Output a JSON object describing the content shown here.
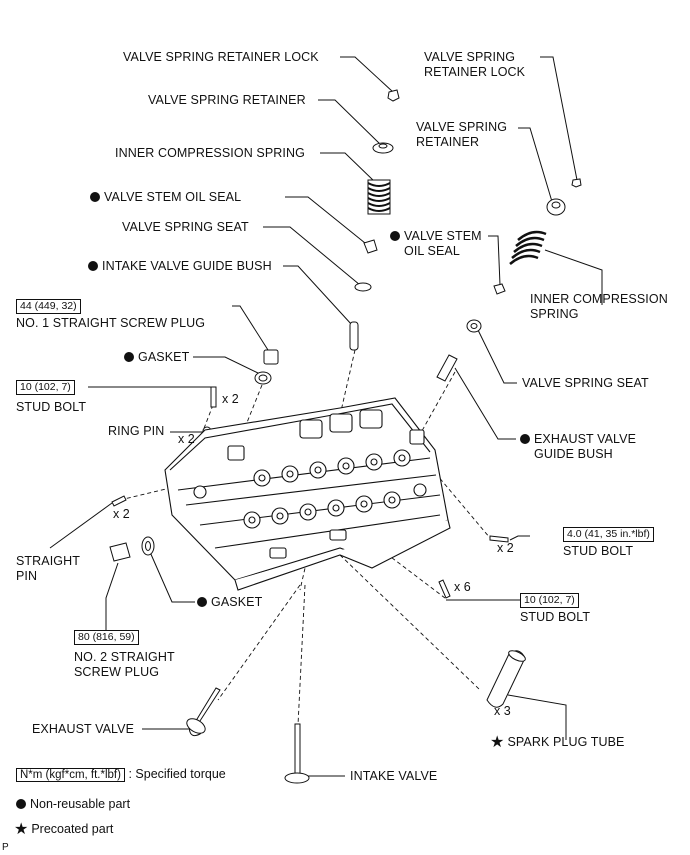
{
  "labels": {
    "vsrl_left": "VALVE SPRING RETAINER LOCK",
    "vsrl_right": [
      "VALVE SPRING",
      "RETAINER LOCK"
    ],
    "vsr_left": "VALVE SPRING RETAINER",
    "vsr_right": [
      "VALVE SPRING",
      "RETAINER"
    ],
    "ics_left": "INNER COMPRESSION SPRING",
    "ics_right": [
      "INNER COMPRESSION",
      "SPRING"
    ],
    "vsos_left": "VALVE STEM OIL SEAL",
    "vsos_right": [
      "VALVE STEM",
      "OIL SEAL"
    ],
    "vss_left": "VALVE SPRING SEAT",
    "vss_right": "VALVE SPRING SEAT",
    "ivgb": "INTAKE VALVE GUIDE BUSH",
    "plug1": "NO. 1 STRAIGHT SCREW PLUG",
    "gasket_top": "GASKET",
    "stud_left": "STUD BOLT",
    "ring_pin": "RING PIN",
    "evgb": [
      "EXHAUST VALVE",
      "GUIDE BUSH"
    ],
    "straight_pin": [
      "STRAIGHT",
      "PIN"
    ],
    "gasket_bottom": "GASKET",
    "plug2": [
      "NO. 2 STRAIGHT",
      "SCREW PLUG"
    ],
    "stud_right1": "STUD BOLT",
    "stud_right2": "STUD BOLT",
    "exhaust_valve": "EXHAUST VALVE",
    "intake_valve": "INTAKE VALVE",
    "spark_plug_tube": "SPARK PLUG TUBE"
  },
  "torques": {
    "plug1": "44 (449, 32)",
    "stud_left": "10 (102, 7)",
    "plug2": "80 (816, 59)",
    "stud_right1": "4.0 (41, 35 in.*lbf)",
    "stud_right2": "10 (102, 7)"
  },
  "quantities": {
    "stud_left": "x 2",
    "ring_pin": "x 2",
    "straight_pin": "x 2",
    "stud_right1": "x 2",
    "stud_right2": "x 6",
    "spark_plug_tube": "x 3"
  },
  "legend": {
    "torque_box": "N*m (kgf*cm, ft.*lbf)",
    "torque_text": ": Specified torque",
    "non_reusable": "Non-reusable part",
    "precoated": "Precoated part"
  },
  "corner_mark": "P"
}
